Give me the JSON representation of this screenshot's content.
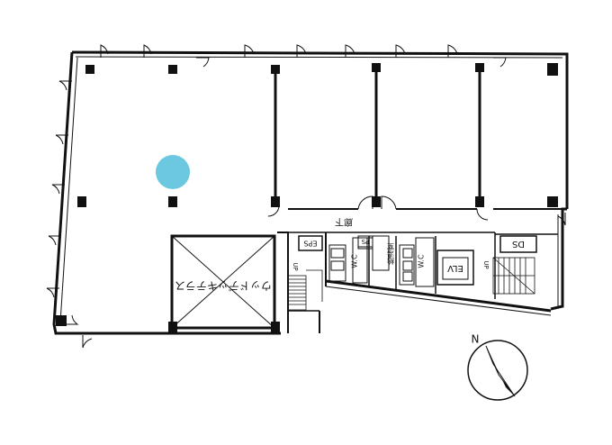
{
  "plan": {
    "labels": {
      "void": "ウッドデッキテラス",
      "corridor": "廊下",
      "eps": "EPS",
      "ps": "PS",
      "ds": "DS",
      "elv": "ELV",
      "hot_water": "給湯室",
      "up1": "UP",
      "up2": "UP",
      "wc1": "W.C",
      "wc2": "W.C"
    },
    "compass": {
      "north_label": "N"
    },
    "marker_color": "#6cc8e0"
  }
}
